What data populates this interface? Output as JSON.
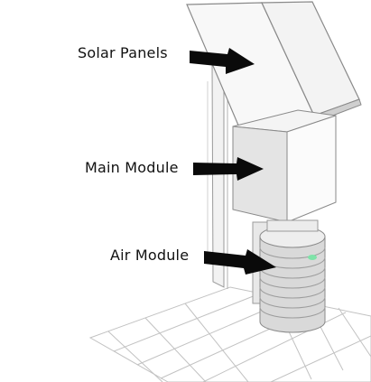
{
  "labels": {
    "solar_panels": "Solar Panels",
    "main_module": "Main Module",
    "air_module": "Air Module"
  },
  "colors": {
    "arrow": "#0a0a0a",
    "grid_line": "#bdbdbd",
    "panel_face": "#f7f7f7",
    "panel_edge": "#8f8f8f",
    "box_front": "#e6e6e6",
    "box_side": "#fafafa",
    "cylinder_body": "#dcdcdc",
    "indicator_light": "#7fe3a8"
  }
}
